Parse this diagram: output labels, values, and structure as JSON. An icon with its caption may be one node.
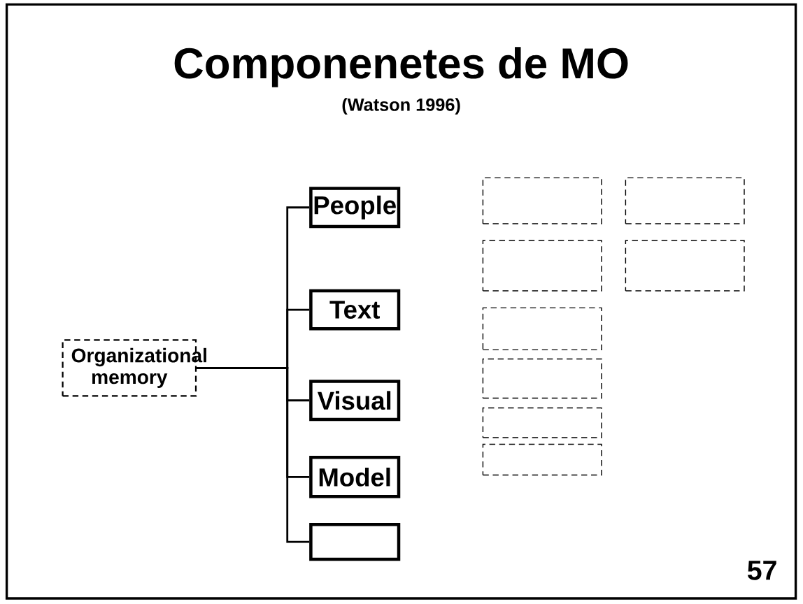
{
  "diagram": {
    "title": "Componenetes de MO",
    "caption": "(Watson 1996)",
    "nodes": [
      {
        "text": [
          "Organizational memory"
        ]
      },
      {
        "text": [
          "People"
        ]
      },
      {
        "text": [
          "Text"
        ]
      },
      {
        "text": [
          "Visual"
        ]
      },
      {
        "text": [
          "Model"
        ]
      },
      {
        "text": [],
        "shape": "box"
      },
      {
        "text": [],
        "shape": "box"
      },
      {
        "text": [],
        "shape": "box"
      },
      {
        "text": [],
        "shape": "box"
      },
      {
        "text": [],
        "shape": "box"
      },
      {
        "text": [],
        "shape": "box"
      },
      {
        "text": [],
        "shape": "box"
      },
      {
        "text": [],
        "shape": "box"
      },
      {
        "text": [],
        "shape": "box"
      }
    ],
    "edges": [
      {
        "from": 0,
        "to": 1,
        "arrow": "none"
      },
      {
        "from": 0,
        "to": 2,
        "arrow": "none"
      },
      {
        "from": 0,
        "to": 3,
        "arrow": "none"
      },
      {
        "from": 0,
        "to": 4,
        "arrow": "none"
      },
      {
        "from": 0,
        "to": 5,
        "arrow": "none"
      }
    ],
    "labels": [
      "57"
    ]
  }
}
